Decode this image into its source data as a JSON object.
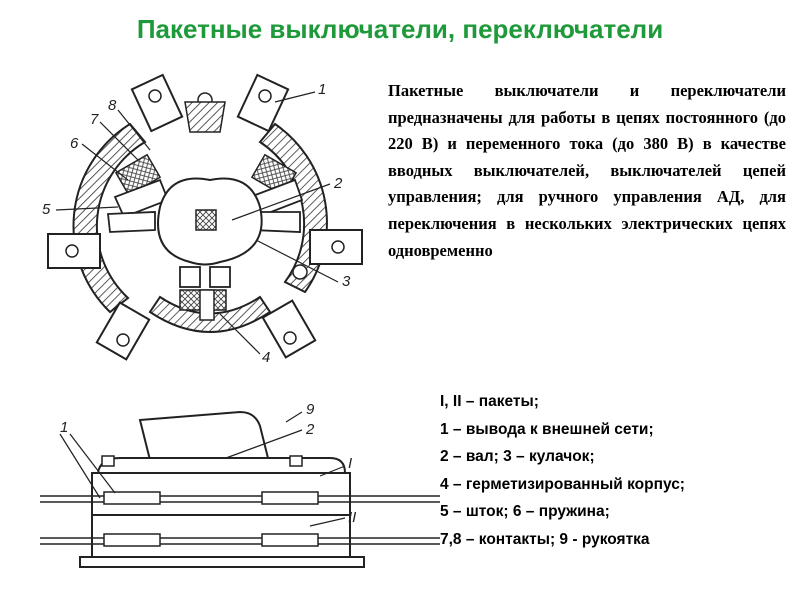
{
  "title": "Пакетные выключатели, переключатели",
  "description": "Пакетные выключатели и переключатели предназначены для работы в цепях постоянного (до 220 В) и переменного тока (до  380 В) в качестве вводных выключателей, выключателей цепей управления; для ручного управления АД, для переключения в нескольких электрических цепях одновременно",
  "legend": [
    "I, II – пакеты;",
    "1 – вывода к внешней сети;",
    "2 – вал; 3 – кулачок;",
    "4 – герметизированный корпус;",
    "5 – шток; 6 – пружина;",
    "7,8 – контакты; 9 - рукоятка"
  ],
  "figure_top": {
    "labels": [
      "1",
      "8",
      "7",
      "6",
      "5",
      "2",
      "3",
      "4"
    ]
  },
  "figure_bottom": {
    "labels": [
      "9",
      "2",
      "1",
      "I",
      "II"
    ]
  }
}
